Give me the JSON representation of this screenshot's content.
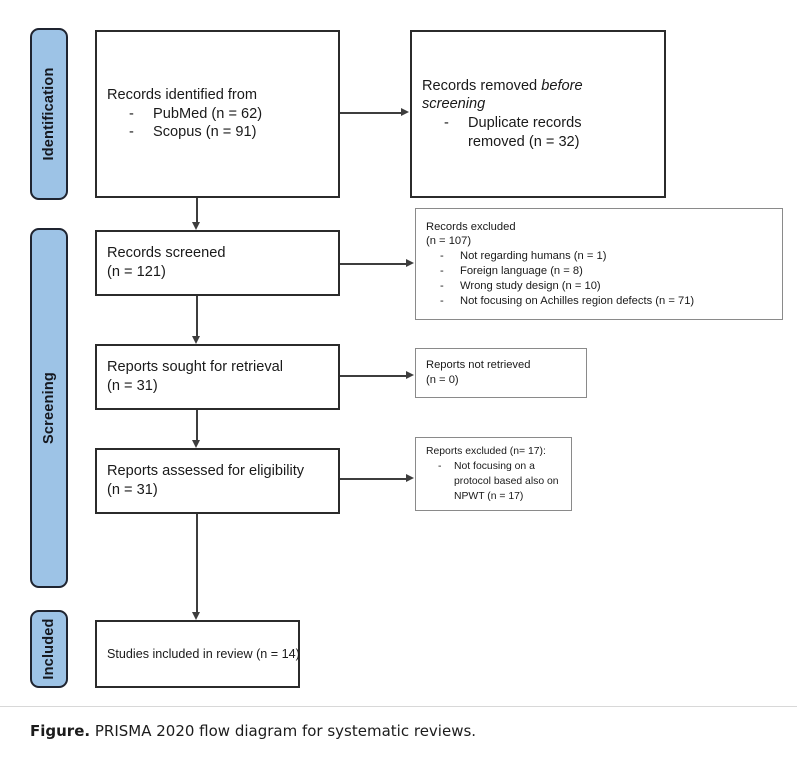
{
  "figure": {
    "caption_lead": "Figure.",
    "caption_text": " PRISMA 2020 flow diagram for systematic reviews."
  },
  "colors": {
    "phase_fill": "#9dc3e6",
    "phase_border": "#1f2430",
    "box_border_thick": "#2b2b2b",
    "box_border_thin": "#8a8a8a",
    "connector": "#3d3d3d"
  },
  "phases": [
    {
      "id": "identification",
      "label": "Identification"
    },
    {
      "id": "screening",
      "label": "Screening"
    },
    {
      "id": "included",
      "label": "Included"
    }
  ],
  "boxes": {
    "records_identified": {
      "title": "Records identified from",
      "items": [
        {
          "dash": "-",
          "text": "PubMed (n = 62)"
        },
        {
          "dash": "-",
          "text": "Scopus (n = 91)"
        }
      ]
    },
    "records_removed": {
      "line1": "Records removed ",
      "line1_italic": "before",
      "line2_italic": "screening",
      "items": [
        {
          "dash": "-",
          "text": "Duplicate records"
        },
        {
          "text": "removed  (n = 32)"
        }
      ]
    },
    "records_screened": {
      "title": "Records screened",
      "count": "(n = 121)"
    },
    "records_excluded": {
      "title": "Records excluded",
      "count": "(n = 107)",
      "items": [
        {
          "dash": "-",
          "text": "Not regarding humans (n = 1)"
        },
        {
          "dash": "-",
          "text": "Foreign language (n = 8)"
        },
        {
          "dash": "-",
          "text": "Wrong study design (n = 10)"
        },
        {
          "dash": "-",
          "text": "Not focusing on Achilles region defects (n = 71)"
        }
      ]
    },
    "reports_sought": {
      "title": "Reports sought for retrieval",
      "count": "(n = 31)"
    },
    "reports_not_retrieved": {
      "title": "Reports not retrieved",
      "count": "(n = 0)"
    },
    "reports_assessed": {
      "title": "Reports assessed for eligibility",
      "count": "(n = 31)"
    },
    "reports_excluded": {
      "title": "Reports excluded (n= 17):",
      "items": [
        {
          "dash": "-",
          "text": "Not focusing on a"
        },
        {
          "text": "protocol based also on"
        },
        {
          "text": "NPWT (n = 17)"
        }
      ]
    },
    "studies_included": {
      "title": "Studies included in review (n = 14)"
    }
  }
}
